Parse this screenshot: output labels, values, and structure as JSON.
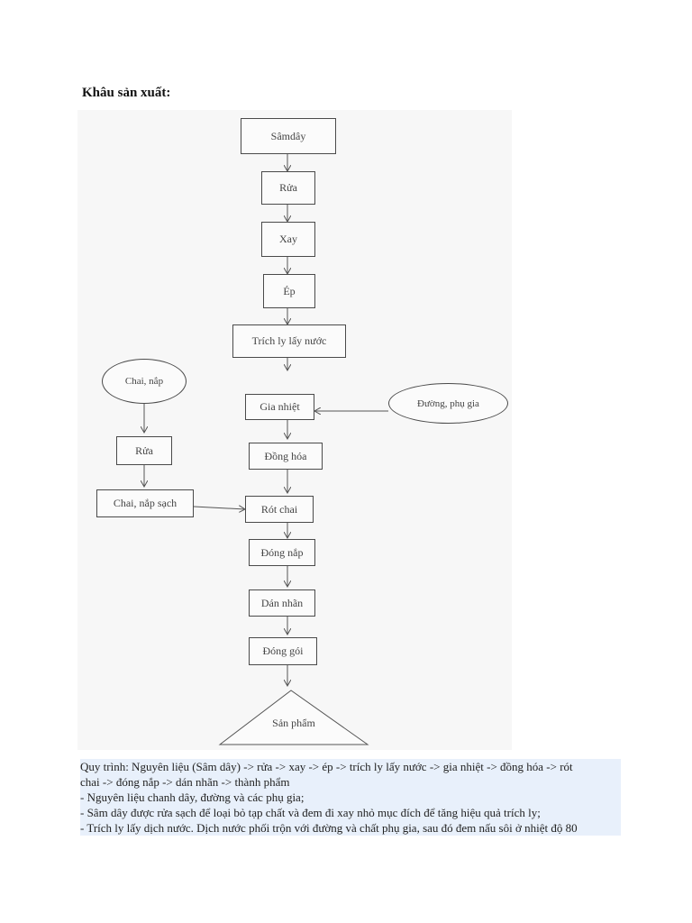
{
  "heading": "Khâu  sản xuất:",
  "flowchart": {
    "main_steps": [
      "Sâmdây",
      "Rửa",
      "Xay",
      "Ép",
      "Trích ly lấy nước",
      "Gia nhiệt",
      "Đồng hóa",
      "Rót chai",
      "Đóng nắp",
      "Dán nhãn",
      "Đóng gói"
    ],
    "side_input": "Đường, phụ gia",
    "bottle_branch": [
      "Chai, nắp",
      "Rửa",
      "Chai, nắp sạch"
    ],
    "product": "Sản phẩm"
  },
  "description": {
    "lines": [
      "Quy trình: Nguyên liệu (Sâm dây) -> rửa -> xay -> ép -> trích ly lấy nước -> gia nhiệt -> đồng hóa -> rót",
      "chai -> đóng nắp -> dán nhãn -> thành phẩm",
      "- Nguyên liệu chanh dây, đường và các phụ gia;",
      "- Sâm dây được rửa sạch để loại bỏ tạp chất và đem đi xay nhỏ mục đích để tăng hiệu quả trích ly;",
      "- Trích ly lấy dịch nước. Dịch nước phối trộn với đường và chất phụ gia, sau đó đem nấu sôi ở nhiệt độ 80"
    ]
  }
}
